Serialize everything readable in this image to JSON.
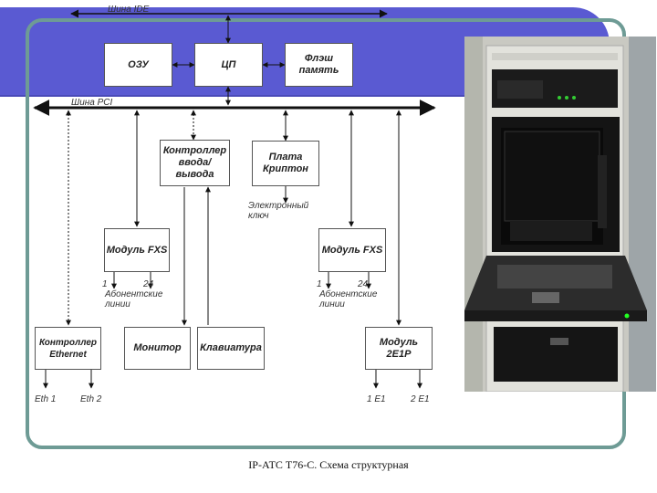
{
  "bus_ide_label": "Шина IDE",
  "bus_pci_label": "Шина PCI",
  "blocks": {
    "ram": "ОЗУ",
    "cpu": "ЦП",
    "flash": "Флэш память",
    "io_controller": "Контроллер ввода/ вывода",
    "kripton": "Плата Криптон",
    "fxs_left": "Модуль FXS",
    "fxs_right": "Модуль FXS",
    "ethernet": "Контроллер Ethernet",
    "monitor": "Монитор",
    "keyboard": "Клавиатура",
    "e1": "Модуль 2E1P"
  },
  "labels": {
    "electronic_key": "Электронный ключ",
    "fxs_left_port_first": "1",
    "fxs_left_port_last": "24",
    "fxs_left_lines": "Абонентские линии",
    "fxs_right_port_first": "1",
    "fxs_right_port_last": "24",
    "fxs_right_lines": "Абонентские линии",
    "eth1": "Eth 1",
    "eth2": "Eth 2",
    "e1_1": "1 E1",
    "e1_2": "2 E1"
  },
  "caption": "IP-АТС Т76-С. Схема структурная",
  "colors": {
    "band": "#5a5ad2",
    "frame": "#6e9b95"
  }
}
